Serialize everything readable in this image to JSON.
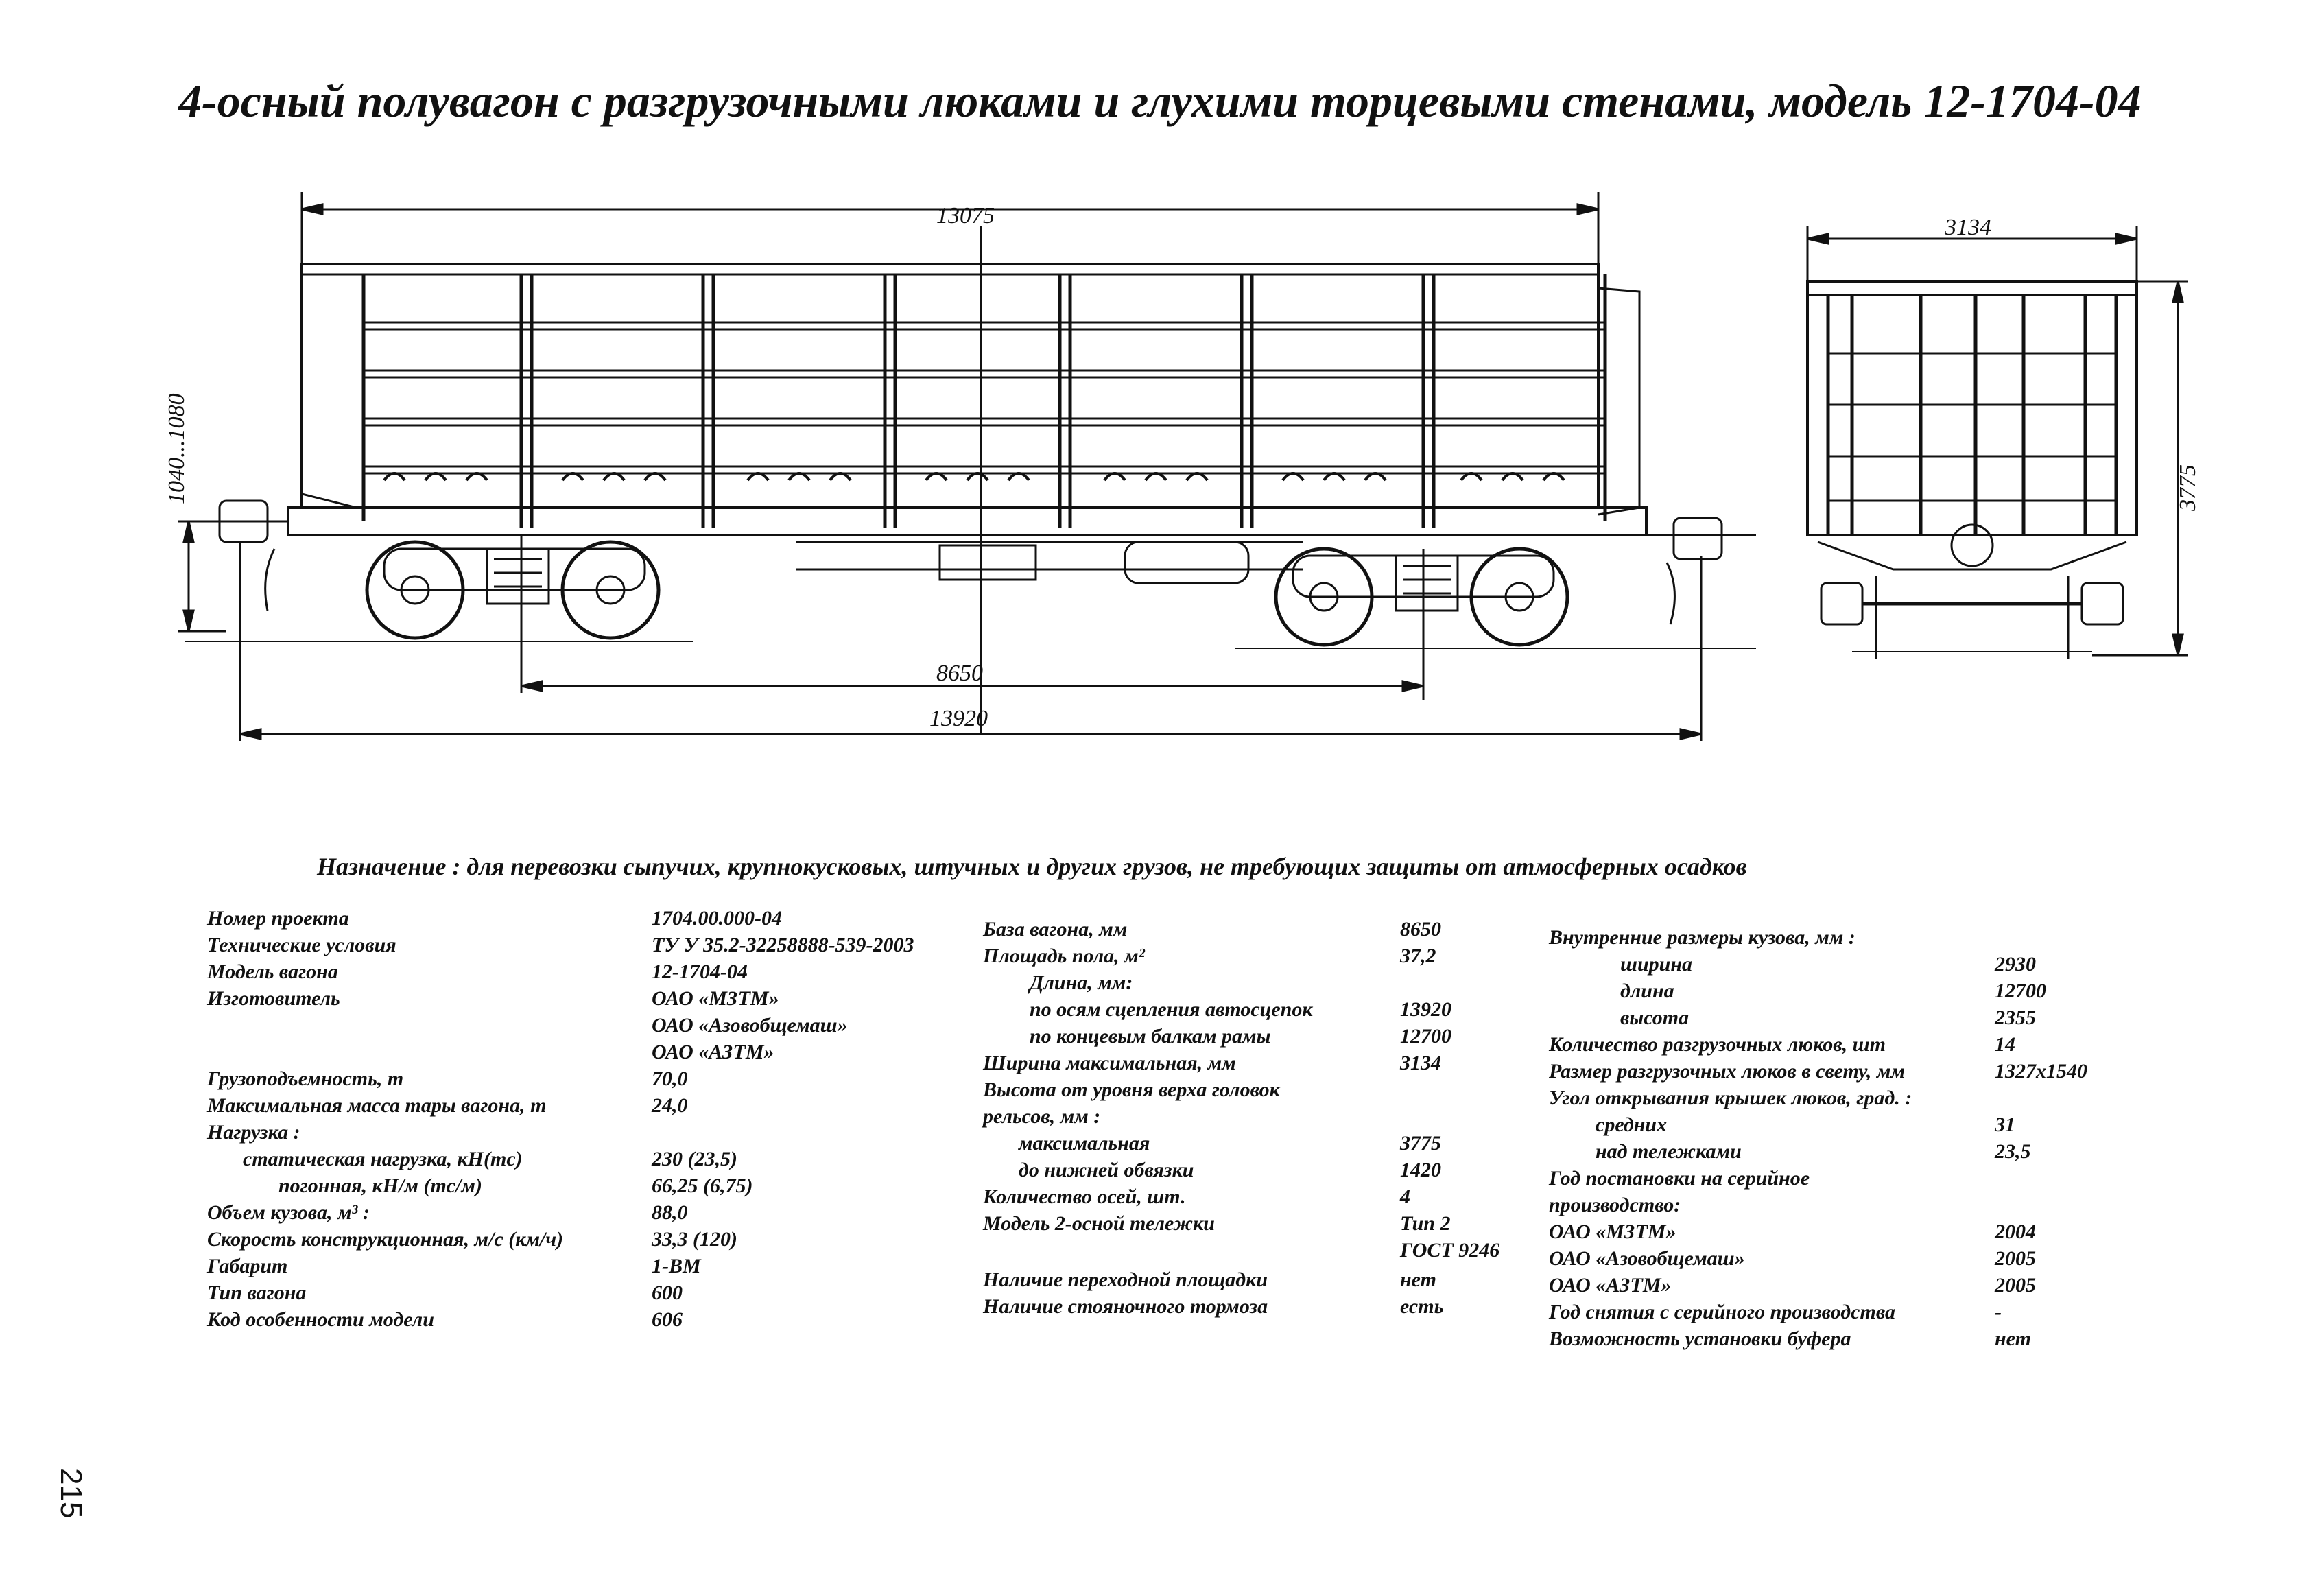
{
  "title": "4-осный полувагон с разгрузочными люками и глухими торцевыми стенами, модель 12-1704-04",
  "dimensions": {
    "length_body": "13075",
    "height_coupler": "1040...1080",
    "base": "8650",
    "length_total": "13920",
    "width": "3134",
    "height": "3775"
  },
  "purpose": "Назначение : для перевозки сыпучих, крупнокусковых, штучных и других грузов, не требующих защиты от атмосферных осадков",
  "col1": [
    {
      "label": "Номер проекта",
      "value": "1704.00.000-04"
    },
    {
      "label": "Технические условия",
      "value": "ТУ У 35.2-32258888-539-2003"
    },
    {
      "label": "Модель вагона",
      "value": "12-1704-04"
    },
    {
      "label": "Изготовитель",
      "value": "ОАО «МЗТМ»"
    },
    {
      "label": "",
      "value": "ОАО «Азовобщемаш»"
    },
    {
      "label": "",
      "value": "ОАО «АЗТМ»"
    },
    {
      "label": "Грузоподъемность, т",
      "value": "70,0"
    },
    {
      "label": "Максимальная масса тары вагона, т",
      "value": "24,0"
    },
    {
      "label": "Нагрузка :",
      "value": ""
    },
    {
      "label": "статическая нагрузка, кН(тс)",
      "value": "230 (23,5)"
    },
    {
      "label": "погонная, кН/м (тс/м)",
      "value": "66,25 (6,75)"
    },
    {
      "label": "Объем кузова, м³ :",
      "value": "88,0"
    },
    {
      "label": "Скорость конструкционная, м/с (км/ч)",
      "value": "33,3 (120)"
    },
    {
      "label": "Габарит",
      "value": "1-ВМ"
    },
    {
      "label": "Тип вагона",
      "value": "600"
    },
    {
      "label": "Код особенности модели",
      "value": "606"
    }
  ],
  "col2": [
    {
      "label": "База вагона, мм",
      "value": "8650"
    },
    {
      "label": "Площадь пола, м²",
      "value": "37,2"
    },
    {
      "label": "Длина, мм:",
      "value": ""
    },
    {
      "label": "по осям сцепления автосцепок",
      "value": "13920"
    },
    {
      "label": "по концевым балкам рамы",
      "value": "12700"
    },
    {
      "label": "Ширина максимальная, мм",
      "value": "3134"
    },
    {
      "label": "Высота от уровня верха головок",
      "value": ""
    },
    {
      "label": "рельсов, мм :",
      "value": ""
    },
    {
      "label": "максимальная",
      "value": "3775"
    },
    {
      "label": "до нижней обвязки",
      "value": "1420"
    },
    {
      "label": "Количество осей, шт.",
      "value": "4"
    },
    {
      "label": "Модель 2-осной тележки",
      "value": "Тип 2"
    },
    {
      "label": "",
      "value": "ГОСТ 9246"
    },
    {
      "label": "Наличие переходной площадки",
      "value": "нет"
    },
    {
      "label": "Наличие стояночного тормоза",
      "value": "есть"
    }
  ],
  "col3": [
    {
      "label": "Внутренние размеры кузова, мм :",
      "value": ""
    },
    {
      "label": "ширина",
      "value": "2930"
    },
    {
      "label": "длина",
      "value": "12700"
    },
    {
      "label": "высота",
      "value": "2355"
    },
    {
      "label": "Количество разгрузочных люков, шт",
      "value": "14"
    },
    {
      "label": "Размер разгрузочных люков в свету, мм",
      "value": "1327х1540"
    },
    {
      "label": "Угол открывания крышек люков, град. :",
      "value": ""
    },
    {
      "label": "средних",
      "value": "31"
    },
    {
      "label": "над тележками",
      "value": "23,5"
    },
    {
      "label": "Год постановки на серийное",
      "value": ""
    },
    {
      "label": "производство:",
      "value": ""
    },
    {
      "label": "ОАО «МЗТМ»",
      "value": "2004"
    },
    {
      "label": "ОАО «Азовобщемаш»",
      "value": "2005"
    },
    {
      "label": "ОАО «АЗТМ»",
      "value": "2005"
    },
    {
      "label": "Год снятия с серийного производства",
      "value": "-"
    },
    {
      "label": "Возможность установки буфера",
      "value": "нет"
    }
  ],
  "page_number": "215"
}
